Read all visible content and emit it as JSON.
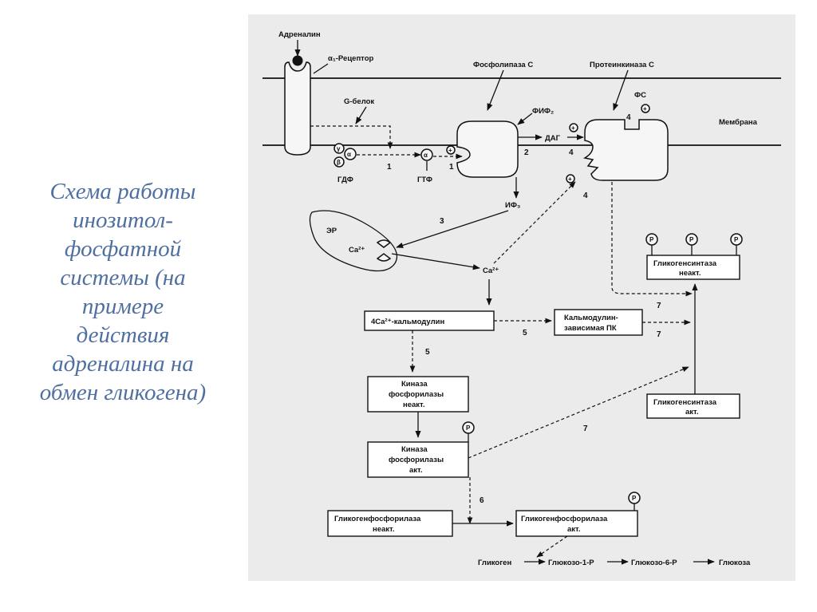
{
  "caption": {
    "lines": [
      "Схема работы",
      "инозитол-",
      "фосфатной",
      "системы (на",
      "примере",
      "действия",
      "адреналина на",
      "обмен гликогена)"
    ]
  },
  "diagram": {
    "labels": {
      "adrenaline": "Адреналин",
      "a1_receptor": "α₁-Рецептор",
      "phospholipase_c": "Фосфолипаза С",
      "protein_kinase_c": "Протеинкиназа С",
      "g_protein": "G-белок",
      "pip2": "ФИФ₂",
      "fs": "ФС",
      "dag": "ДАГ",
      "membrane": "Мембрана",
      "gdp": "ГДФ",
      "gtp": "ГТФ",
      "ip3": "ИФ₃",
      "er": "ЭР",
      "ca_er": "Ca²⁺",
      "ca_free": "Ca²⁺",
      "gamma": "γ",
      "alpha1": "α",
      "beta": "β",
      "alpha2": "α",
      "plus": "+",
      "phosphate": "P"
    },
    "boxes": {
      "calmodulin": "4Ca²⁺-кальмодулин",
      "cam_pk_1": "Кальмодулин-",
      "cam_pk_2": "зависимая ПК",
      "gs_inact_1": "Гликогенсинтаза",
      "gs_inact_2": "неакт.",
      "gs_act_1": "Гликогенсинтаза",
      "gs_act_2": "акт.",
      "phk_inact_1": "Киназа",
      "phk_inact_2": "фосфорилазы",
      "phk_inact_3": "неакт.",
      "phk_act_1": "Киназа",
      "phk_act_2": "фосфорилазы",
      "phk_act_3": "акт.",
      "gp_inact_1": "Гликогенфосфорилаза",
      "gp_inact_2": "неакт.",
      "gp_act_1": "Гликогенфосфорилаза",
      "gp_act_2": "акт."
    },
    "pathway": {
      "glycogen": "Гликоген",
      "g1p": "Глюкозо-1-Р",
      "g6p": "Глюкозо-6-Р",
      "glucose": "Глюкоза"
    },
    "steps": {
      "s1a": "1",
      "s1b": "1",
      "s2": "2",
      "s3": "3",
      "s4a": "4",
      "s4b": "4",
      "s4c": "4",
      "s5a": "5",
      "s5b": "5",
      "s6": "6",
      "s7a": "7",
      "s7b": "7",
      "s7c": "7"
    }
  }
}
